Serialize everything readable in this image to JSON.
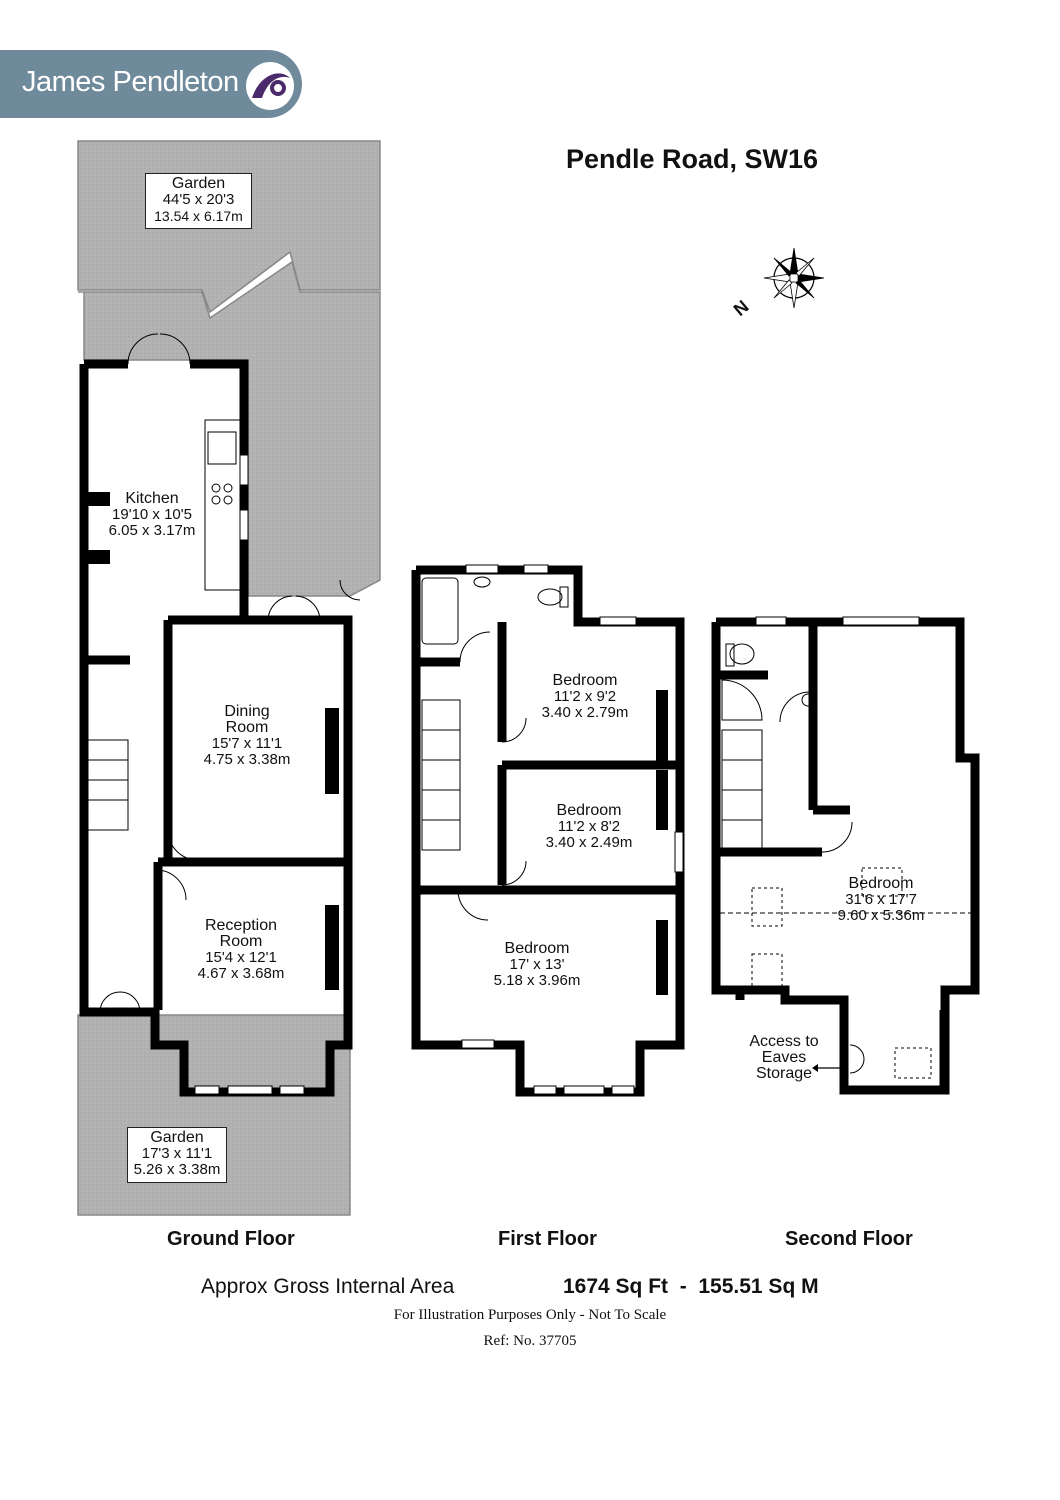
{
  "brand": {
    "name": "James Pendleton",
    "color": "#6f8a9b"
  },
  "title": "Pendle Road, SW16",
  "compass": {
    "label": "N"
  },
  "rooms": {
    "garden_rear": {
      "name": "Garden",
      "dim_imperial": "44'5 x 20'3",
      "dim_metric": "13.54 x 6.17m"
    },
    "kitchen": {
      "name": "Kitchen",
      "dim_imperial": "19'10 x 10'5",
      "dim_metric": "6.05 x 3.17m"
    },
    "dining": {
      "name_line1": "Dining",
      "name_line2": "Room",
      "dim_imperial": "15'7 x 11'1",
      "dim_metric": "4.75 x 3.38m"
    },
    "reception": {
      "name_line1": "Reception",
      "name_line2": "Room",
      "dim_imperial": "15'4 x 12'1",
      "dim_metric": "4.67 x 3.68m"
    },
    "garden_front": {
      "name": "Garden",
      "dim_imperial": "17'3 x 11'1",
      "dim_metric": "5.26 x 3.38m"
    },
    "bed1": {
      "name": "Bedroom",
      "dim_imperial": "11'2 x 9'2",
      "dim_metric": "3.40 x 2.79m"
    },
    "bed2": {
      "name": "Bedroom",
      "dim_imperial": "11'2 x 8'2",
      "dim_metric": "3.40 x 2.49m"
    },
    "bed3": {
      "name": "Bedroom",
      "dim_imperial": "17' x 13'",
      "dim_metric": "5.18 x 3.96m"
    },
    "bed4": {
      "name": "Bedroom",
      "dim_imperial": "31'6 x 17'7",
      "dim_metric": "9.60 x 5.36m"
    },
    "eaves": {
      "line1": "Access to",
      "line2": "Eaves",
      "line3": "Storage"
    }
  },
  "floors": {
    "ground": "Ground Floor",
    "first": "First Floor",
    "second": "Second Floor"
  },
  "area": {
    "label": "Approx Gross Internal Area",
    "value": "1674 Sq Ft  -  155.51 Sq M"
  },
  "disclaimer": "For Illustration Purposes Only - Not To Scale",
  "reference": "Ref: No. 37705"
}
